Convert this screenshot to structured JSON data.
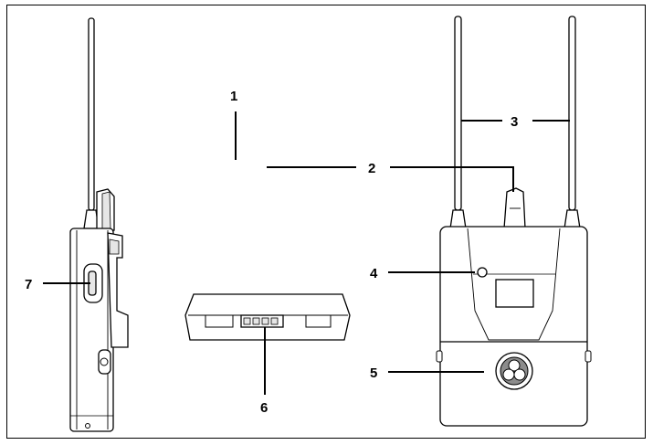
{
  "callouts": {
    "c1": "1",
    "c2": "2",
    "c3": "3",
    "c4": "4",
    "c5": "5",
    "c6": "6",
    "c7": "7"
  },
  "colors": {
    "outline": "#000000",
    "fill": "#ffffff",
    "shade": "#e6e6e6",
    "dark": "#8c8c8c"
  },
  "icons": {
    "logo": "akg-logo-icon",
    "led": "led-indicator-icon"
  }
}
